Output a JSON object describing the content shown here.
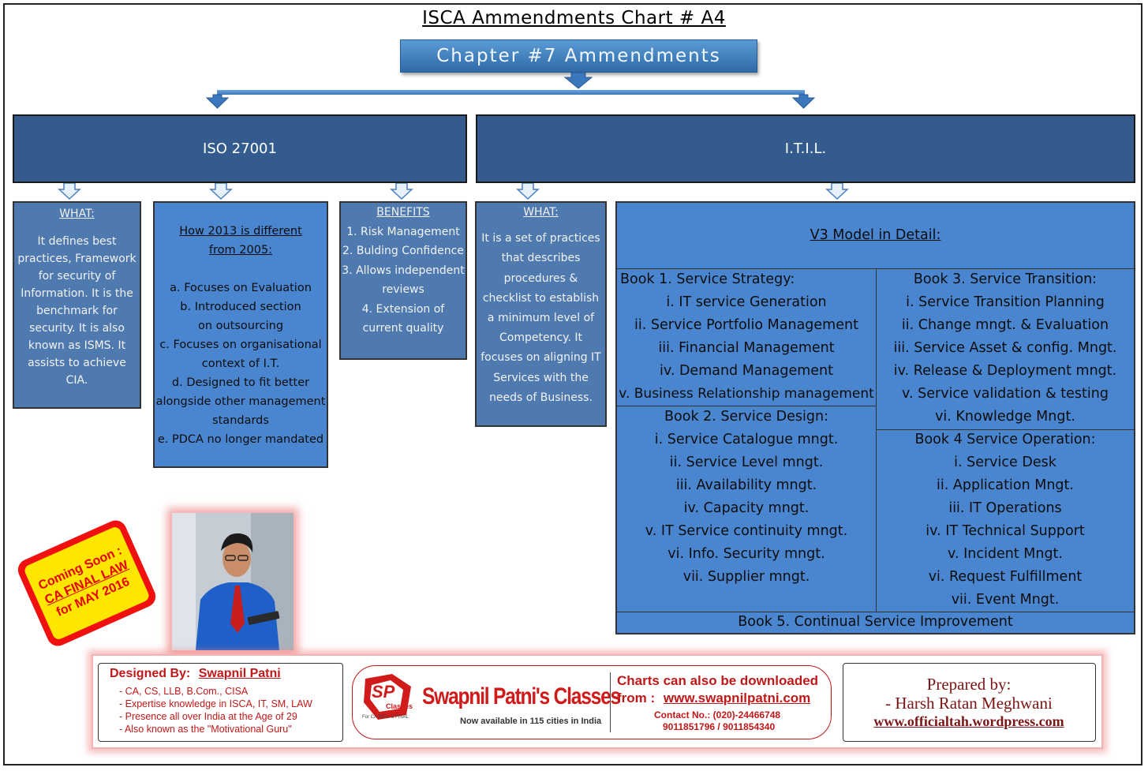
{
  "title": "ISCA Ammendments Chart # A4",
  "chapter": "Chapter #7 Ammendments",
  "iso": {
    "header": "ISO 27001",
    "what": {
      "heading": "WHAT:",
      "lines": [
        "It defines best",
        "practices, Framework",
        "for security of",
        "Information. It is the",
        "benchmark for",
        "security. It is also",
        "known as ISMS. It",
        "assists to achieve",
        "CIA."
      ]
    },
    "diff": {
      "heading_lines": [
        "How 2013 is different",
        "from 2005:"
      ],
      "lines": [
        "a. Focuses on Evaluation",
        "b. Introduced section",
        "on outsourcing",
        "c. Focuses on organisational",
        "context of I.T.",
        "d. Designed to fit better",
        "alongside other management",
        "standards",
        "e. PDCA no longer mandated"
      ]
    },
    "benefits": {
      "heading": "BENEFITS",
      "lines": [
        "1. Risk Management",
        "2. Bulding Confidence",
        "3. Allows independent",
        "reviews",
        "4. Extension of",
        "current quality"
      ]
    }
  },
  "itil": {
    "header": "I.T.I.L.",
    "what": {
      "heading": "WHAT:",
      "lines": [
        "It is a set of practices",
        "that describes",
        "procedures &",
        "checklist to establish",
        "a minimum level of",
        "Competency. It",
        "focuses on aligning IT",
        "Services with the",
        "needs of Business."
      ]
    },
    "v3": {
      "heading": "V3 Model in Detail:",
      "book1": {
        "title": "Book 1. Service Strategy:",
        "items": [
          "i. IT service Generation",
          "ii. Service Portfolio Management",
          "iii. Financial Management",
          "iv. Demand Management",
          "v. Business Relationship management"
        ]
      },
      "book2": {
        "title": "Book 2. Service Design:",
        "items": [
          "i. Service Catalogue mngt.",
          "ii. Service Level mngt.",
          "iii. Availability mngt.",
          "iv. Capacity mngt.",
          "v. IT Service continuity mngt.",
          "vi. Info. Security mngt.",
          "vii. Supplier mngt."
        ]
      },
      "book3": {
        "title": "Book 3. Service Transition:",
        "items": [
          "i. Service Transition Planning",
          "ii. Change mngt. & Evaluation",
          "iii. Service Asset & config. Mngt.",
          "iv. Release & Deployment mngt.",
          "v. Service validation & testing",
          "vi. Knowledge Mngt."
        ]
      },
      "book4": {
        "title": "Book 4 Service Operation:",
        "items": [
          "i. Service Desk",
          "ii. Application Mngt.",
          "iii. IT Operations",
          "iv. IT Technical Support",
          "v. Incident Mngt.",
          "vi. Request Fulfillment",
          "vii. Event Mngt."
        ]
      },
      "book5": "Book 5. Continual Service Improvement"
    }
  },
  "badge": {
    "lines": [
      "Coming Soon :",
      "CA FINAL LAW",
      "for MAY 2016"
    ]
  },
  "footer": {
    "designed_label": "Designed By:",
    "designer_name": "Swapnil Patni",
    "designer_points": [
      "- CA, CS, LLB, B.Com., CISA",
      "- Expertise knowledge in ISCA, IT, SM, LAW",
      "- Presence all over India at the Age of 29",
      "- Also known as the \"Motivational Guru\""
    ],
    "logo_letters": "SP",
    "logo_small": "Classes",
    "logo_tagline": "For CA IPCC & FINAL",
    "brand": "Swapnil Patni's Classes",
    "brand_sub": "Now available in 115 cities in India",
    "download_line1": "Charts can also be downloaded",
    "download_from": "from :",
    "download_url": "www.swapnilpatni.com",
    "contact_label": "Contact No.: (020)-24466748",
    "contact_numbers": "9011851796 / 9011854340",
    "prepared_label": "Prepared by:",
    "prepared_name": "- Harsh Ratan Meghwani",
    "prepared_url": "www.officialtah.wordpress.com"
  },
  "colors": {
    "header_blue": "#335b8d",
    "box_dark": "#4f7ab0",
    "box_light": "#4a86cf",
    "badge_red": "#f01010",
    "badge_yellow": "#ffe600",
    "brand_red": "#d11a1a"
  }
}
